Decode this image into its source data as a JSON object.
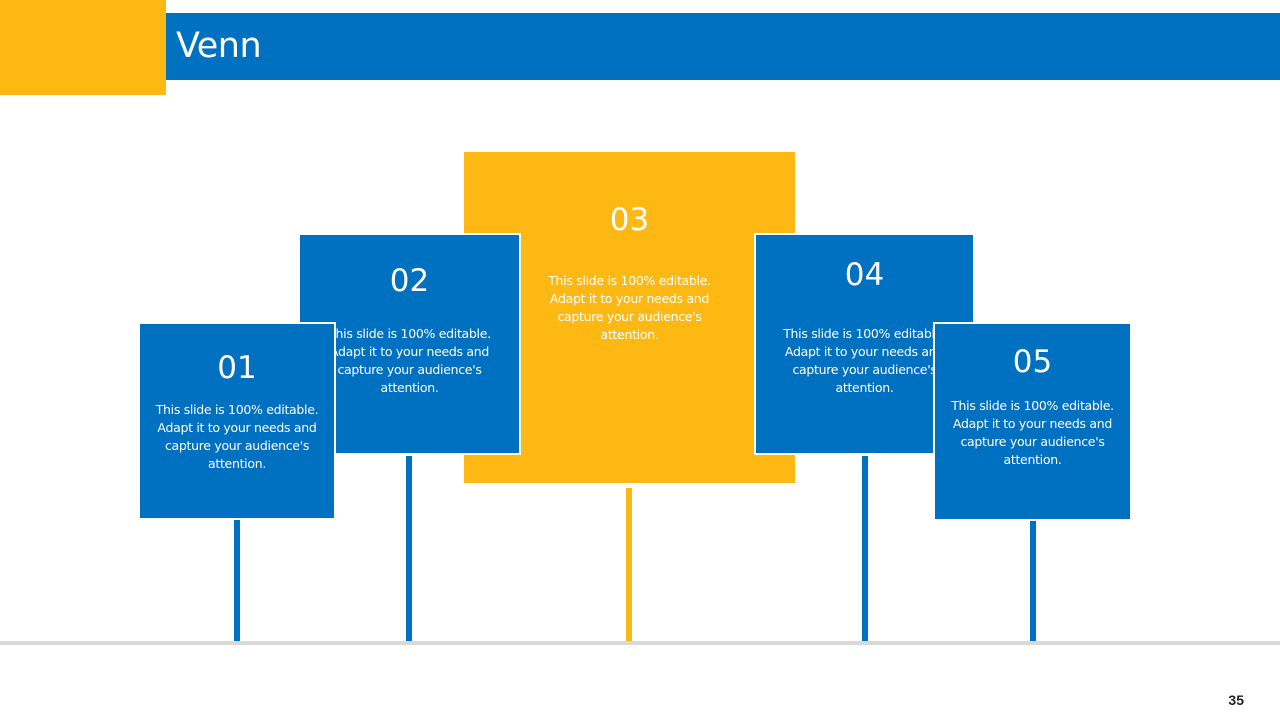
{
  "slide": {
    "title": "Venn",
    "page_number": "35"
  },
  "colors": {
    "blue": "#0070C0",
    "yellow": "#FDB813",
    "baseline": "#D9D9D9"
  },
  "items": [
    {
      "number": "01",
      "text": "This slide is 100% editable. Adapt it to your needs and capture your audience's attention."
    },
    {
      "number": "02",
      "text": "This slide is 100% editable. Adapt it to your needs and capture your audience's attention."
    },
    {
      "number": "03",
      "text": "This slide is 100% editable. Adapt it to your needs and capture your audience's attention."
    },
    {
      "number": "04",
      "text": "This slide is 100% editable. Adapt it to your needs and capture your audience's attention."
    },
    {
      "number": "05",
      "text": "This slide is 100% editable. Adapt it to your needs and capture your audience's attention."
    }
  ]
}
